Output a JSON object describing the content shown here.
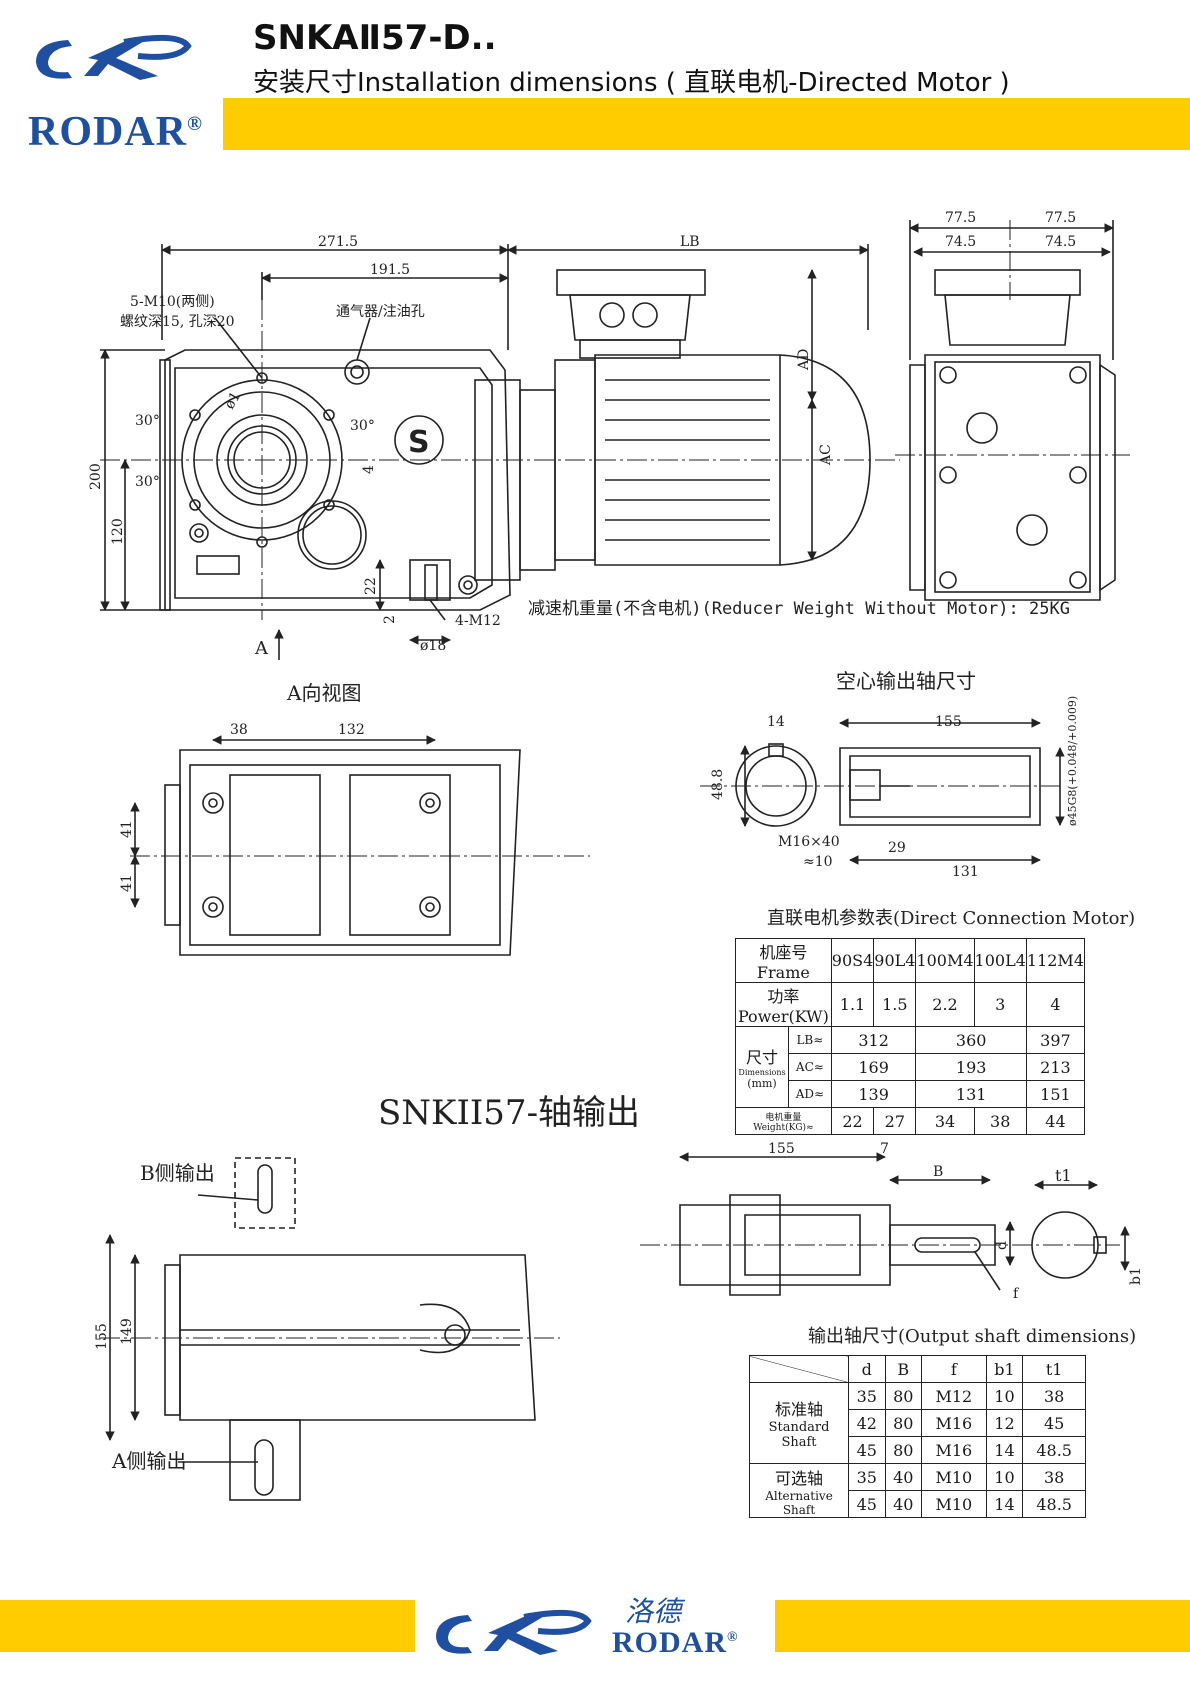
{
  "header": {
    "brand": "RODAR",
    "registered": "®",
    "model": "SNKAⅡ57-D..",
    "subtitle": "安装尺寸Installation dimensions ( 直联电机-Directed Motor )"
  },
  "drawing": {
    "main_view_dims": {
      "d271": "271.5",
      "d191": "191.5",
      "lb": "LB",
      "d200": "200",
      "d120": "120",
      "d22": "22",
      "d2": "2",
      "d4": "4",
      "ad": "AD",
      "ac": "AC",
      "a30a": "30°",
      "a30b": "30°",
      "a30c": "30°",
      "d18": "ø18",
      "m12": "4-M12",
      "phi": "ø1"
    },
    "side_view_dims": {
      "w775a": "77.5",
      "w775b": "77.5",
      "w745a": "74.5",
      "w745b": "74.5"
    },
    "labels": {
      "bolt_note_1": "5-M10(两侧)",
      "bolt_note_2": "螺纹深15, 孔深20",
      "breather": "通气器/注油孔",
      "weight_note": "减速机重量(不含电机)(Reducer Weight Without Motor): 25KG",
      "arrow_a": "A",
      "view_a": "A向视图",
      "hollow_shaft": "空心输出轴尺寸",
      "shaft_output_title": "SNKII57-轴输出",
      "b_side": "B侧输出",
      "a_side": "A侧输出"
    },
    "view_a_dims": {
      "d38": "38",
      "d132": "132",
      "d41a": "41",
      "d41b": "41"
    },
    "hollow_dims": {
      "d14": "14",
      "d155": "155",
      "d488": "48.8",
      "tol": "ø45G8(+0.048/+0.009)",
      "m16": "M16×40",
      "d10": "≈10",
      "d29": "29",
      "d131": "131"
    },
    "shaft_view_dims": {
      "d155": "155",
      "d149": "149"
    },
    "solid_shaft_dims": {
      "d155": "155",
      "d7": "7",
      "b": "B",
      "t1": "t1",
      "b1": "b1",
      "d": "d",
      "f": "f"
    }
  },
  "motor_table": {
    "title": "直联电机参数表(Direct Connection Motor)",
    "frame_label": "机座号Frame",
    "frames": [
      "90S4",
      "90L4",
      "100M4",
      "100L4",
      "112M4"
    ],
    "power_label": "功率Power(KW)",
    "power": [
      "1.1",
      "1.5",
      "2.2",
      "3",
      "4"
    ],
    "dim_label_1": "尺寸",
    "dim_label_2": "Dimensions",
    "dim_label_3": "(mm)",
    "lb_label": "LB≈",
    "lb": [
      "312",
      "360",
      "397"
    ],
    "ac_label": "AC≈",
    "ac": [
      "169",
      "193",
      "213"
    ],
    "ad_label": "AD≈",
    "ad": [
      "139",
      "131",
      "151"
    ],
    "weight_label": "电机重量Weight(KG)≈",
    "weight": [
      "22",
      "27",
      "34",
      "38",
      "44"
    ]
  },
  "shaft_table": {
    "title": "输出轴尺寸(Output shaft dimensions)",
    "headers": [
      "d",
      "B",
      "f",
      "b1",
      "t1"
    ],
    "standard_label_1": "标准轴",
    "standard_label_2": "Standard Shaft",
    "alternative_label_1": "可选轴",
    "alternative_label_2": "Alternative Shaft",
    "standard_rows": [
      [
        "35",
        "80",
        "M12",
        "10",
        "38"
      ],
      [
        "42",
        "80",
        "M16",
        "12",
        "45"
      ],
      [
        "45",
        "80",
        "M16",
        "14",
        "48.5"
      ]
    ],
    "alternative_rows": [
      [
        "35",
        "40",
        "M10",
        "10",
        "38"
      ],
      [
        "45",
        "40",
        "M10",
        "14",
        "48.5"
      ]
    ]
  },
  "footer": {
    "brand_cn": "洛德",
    "brand": "RODAR",
    "registered": "®"
  },
  "colors": {
    "accent_yellow": "#ffcc00",
    "brand_blue": "#1e4fa0"
  }
}
